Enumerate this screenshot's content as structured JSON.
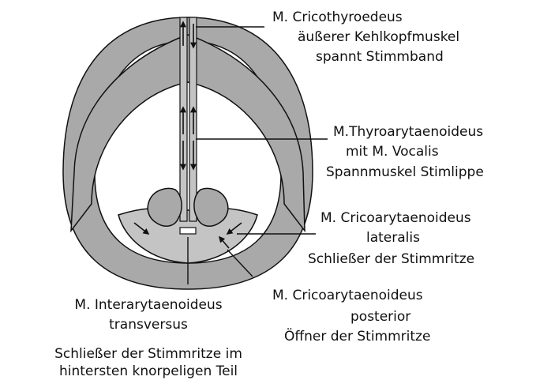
{
  "colors": {
    "cartilage_fill": "#a9a9a9",
    "outline": "#111111",
    "muscle_fill": "#c4c4c4",
    "background": "#ffffff"
  },
  "labels": {
    "cricothyroid": {
      "name": "M. Cricothyroedeus",
      "desc1": "äußerer Kehlkopfmuskel",
      "desc2": "spannt Stimmband"
    },
    "thyroarytenoid": {
      "name": "M.Thyroarytaenoideus",
      "desc1": "mit M. Vocalis",
      "desc2": "Spannmuskel Stimlippe"
    },
    "lateral_cricoarytenoid": {
      "name": "M. Cricoarytaenoideus",
      "desc1": "lateralis",
      "desc2": "Schließer der Stimmritze"
    },
    "posterior_cricoarytenoid": {
      "name": "M. Cricoarytaenoideus",
      "desc1": "posterior",
      "desc2": "Öffner der Stimmritze"
    },
    "interarytenoid": {
      "name": "M. Interarytaenoideus",
      "desc1": "transversus",
      "desc2": "Schließer der Stimmritze im",
      "desc3": "hintersten knorpeligen Teil"
    }
  }
}
